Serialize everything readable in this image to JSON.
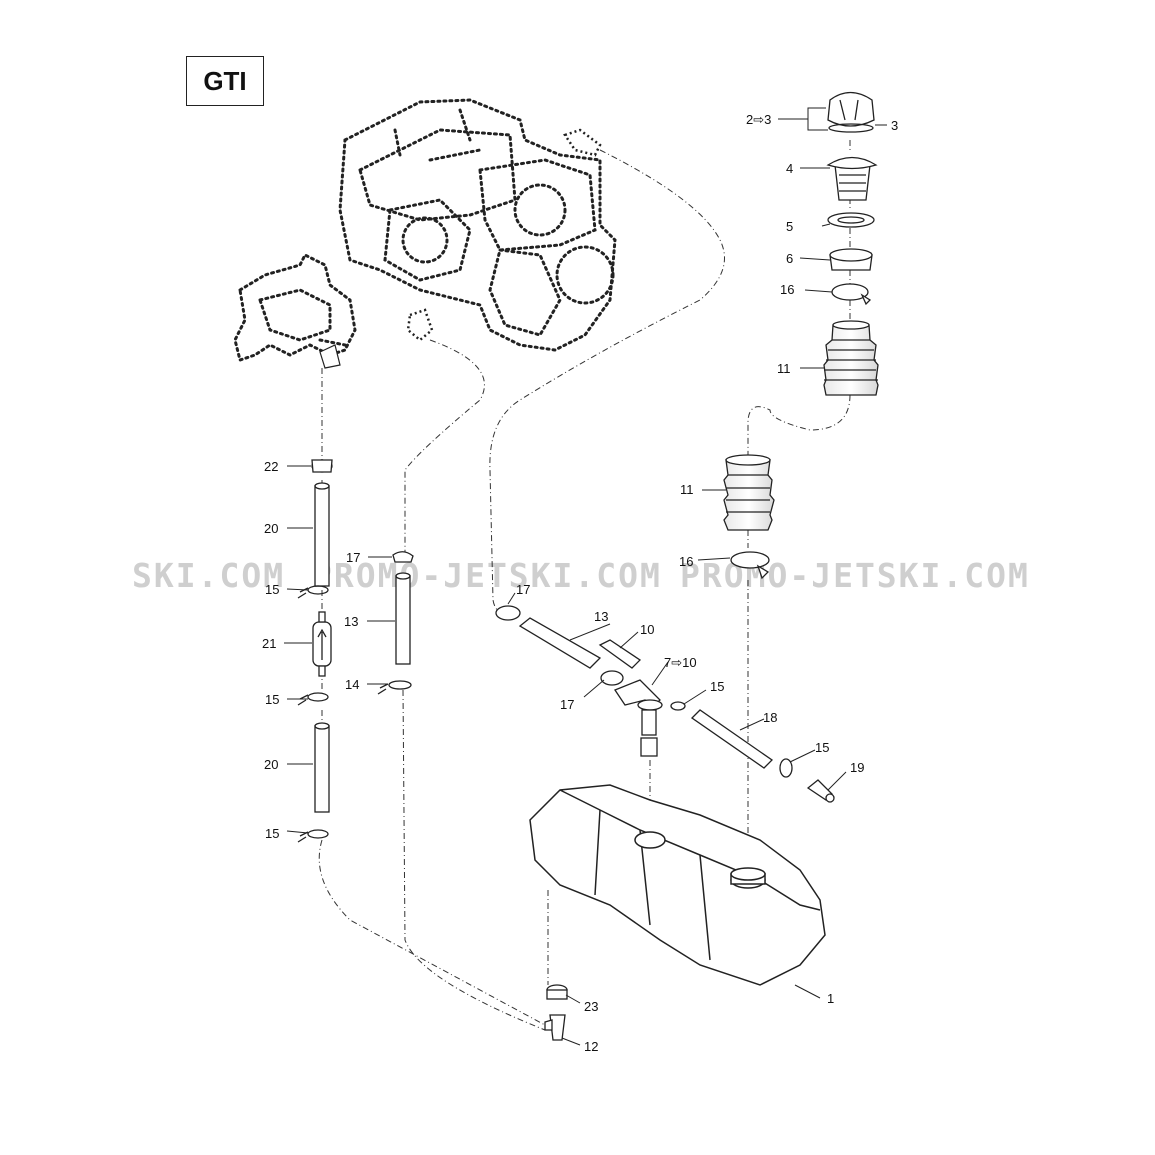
{
  "model_label": "GTI",
  "watermark": {
    "left": "SKI.COM",
    "center": "PROMO-JETSKI.COM",
    "right": "PROMO-JETSKI.COM"
  },
  "callouts": [
    {
      "id": "c-2-3",
      "label": "2⇨3"
    },
    {
      "id": "c-3",
      "label": "3"
    },
    {
      "id": "c-4",
      "label": "4"
    },
    {
      "id": "c-5",
      "label": "5"
    },
    {
      "id": "c-6",
      "label": "6"
    },
    {
      "id": "c-16a",
      "label": "16"
    },
    {
      "id": "c-11a",
      "label": "11"
    },
    {
      "id": "c-11b",
      "label": "11"
    },
    {
      "id": "c-16b",
      "label": "16"
    },
    {
      "id": "c-22",
      "label": "22"
    },
    {
      "id": "c-20a",
      "label": "20"
    },
    {
      "id": "c-17a",
      "label": "17"
    },
    {
      "id": "c-15a",
      "label": "15"
    },
    {
      "id": "c-17b",
      "label": "17"
    },
    {
      "id": "c-13a",
      "label": "13"
    },
    {
      "id": "c-13b",
      "label": "13"
    },
    {
      "id": "c-10",
      "label": "10"
    },
    {
      "id": "c-21",
      "label": "21"
    },
    {
      "id": "c-7-10",
      "label": "7⇨10"
    },
    {
      "id": "c-14",
      "label": "14"
    },
    {
      "id": "c-15b",
      "label": "15"
    },
    {
      "id": "c-15c",
      "label": "15"
    },
    {
      "id": "c-17c",
      "label": "17"
    },
    {
      "id": "c-18",
      "label": "18"
    },
    {
      "id": "c-15d",
      "label": "15"
    },
    {
      "id": "c-20b",
      "label": "20"
    },
    {
      "id": "c-19",
      "label": "19"
    },
    {
      "id": "c-15e",
      "label": "15"
    },
    {
      "id": "c-1",
      "label": "1"
    },
    {
      "id": "c-23",
      "label": "23"
    },
    {
      "id": "c-12",
      "label": "12"
    }
  ]
}
